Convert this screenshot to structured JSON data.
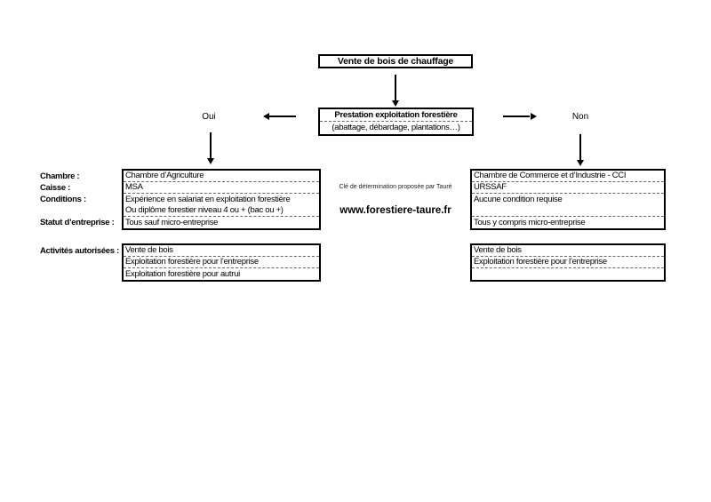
{
  "root": {
    "title": "Vente de bois de chauffage"
  },
  "decision": {
    "title": "Prestation exploitation forestière",
    "subtitle": "(abattage, débardage, plantations…)"
  },
  "branches": {
    "yes_label": "Oui",
    "no_label": "Non"
  },
  "row_labels": {
    "chambre": "Chambre :",
    "caisse": "Caisse :",
    "conditions": "Conditions :",
    "statut": "Statut d’entreprise :",
    "activites": "Activités autorisées :"
  },
  "yes_branch": {
    "chambre": "Chambre d’Agriculture",
    "caisse": "MSA",
    "condition_line1": "Expérience en salariat en exploitation forestière",
    "condition_line2": "Ou diplôme forestier niveau 4 ou + (bac ou +)",
    "statut": "Tous sauf micro-entreprise",
    "activites": [
      "Vente de bois",
      "Exploitation forestière pour l’entreprise",
      "Exploitation forestière pour autrui"
    ]
  },
  "no_branch": {
    "chambre": "Chambre de Commerce et d’Industrie - CCI",
    "caisse": "URSSAF",
    "condition_line1": "Aucune condition requise",
    "condition_line2": "",
    "statut": "Tous y compris micro-entreprise",
    "activites": [
      "Vente de bois",
      "Exploitation forestière pour l’entreprise",
      ""
    ]
  },
  "center_note": {
    "credit": "Clé de détermination proposée par Tauré",
    "website": "www.forestiere-taure.fr"
  },
  "colors": {
    "ink": "#000000",
    "separator": "#666666",
    "background": "#ffffff"
  }
}
